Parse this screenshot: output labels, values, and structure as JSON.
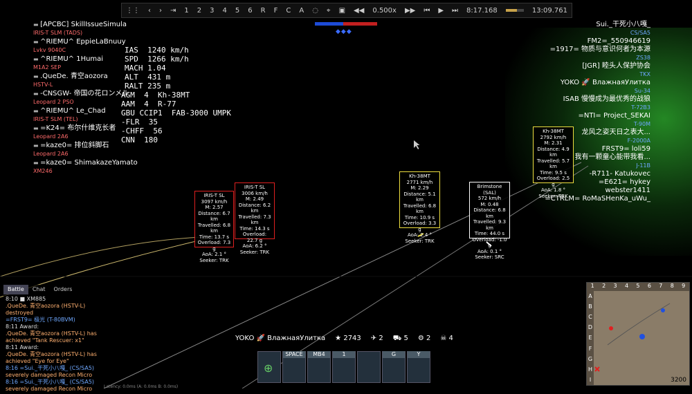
{
  "top_bar": {
    "pages": [
      "1",
      "2",
      "3",
      "4",
      "5",
      "6",
      "R",
      "F",
      "C",
      "A"
    ],
    "speed": "0.500x",
    "time_current": "8:17.168",
    "time_total": "13:09.761",
    "progress": 0.63
  },
  "hud": {
    "ias": "IAS  1240 km/h",
    "spd": "SPD  1266 km/h",
    "mach": "MACH 1.04",
    "alt": "ALT  431 m",
    "ralt": "RALT 235 m",
    "weapons": [
      "AGM  4  Kh-38MT",
      "AAM  4  R-77",
      "GBU CCIP1  FAB-3000 UMPK",
      "-FLR  35",
      "-CHFF  56",
      "CNN  180"
    ]
  },
  "left_players": [
    {
      "name": "[APCBC] SkillIssueSimula",
      "vehicle": "IRIS-T SLM (TADS)"
    },
    {
      "name": "^RIEMU^ EppieLaBnuuy",
      "vehicle": "Lvkv 9040C"
    },
    {
      "name": "^RIEMU^ 1Humai",
      "vehicle": "M1A2 SEP"
    },
    {
      "name": ".QueDe. 青空aozora",
      "vehicle": "HSTV-L"
    },
    {
      "name": "-CNSGW- 帝国の花ロンメル",
      "vehicle": "Leopard 2 PSO"
    },
    {
      "name": "^RIEMU^ Le_Chad",
      "vehicle": "IRIS-T SLM (TEL)"
    },
    {
      "name": "=K24= 布尔什维克长者",
      "vehicle": "Leopard 2A6"
    },
    {
      "name": "=kaze0= 排位斜脚石",
      "vehicle": "Leopard 2A6"
    },
    {
      "name": "=kaze0= ShimakazeYamato",
      "vehicle": "XM246"
    }
  ],
  "right_players": [
    {
      "name": "Sui._干死小八嘎_",
      "vehicle": "CS/SA5"
    },
    {
      "name": "FM2=_550946619",
      "vehicle": ""
    },
    {
      "name": "=1917= 物质与意识何者为本源",
      "vehicle": "ZS38"
    },
    {
      "name": "[JGR] 睦头人保护协会",
      "vehicle": "TKX"
    },
    {
      "name": "YOKO 🚀 ВлажнаяУлитка",
      "vehicle": "Su-34"
    },
    {
      "name": "ISAB 慢慢成为最优秀的战狼",
      "vehicle": "T-72B3"
    },
    {
      "name": "=NTI= Project_SEKAI",
      "vehicle": "T-90M"
    },
    {
      "name": "龙风之姿天日之表大...",
      "vehicle": "F-2000A"
    },
    {
      "name": "FRST9= loli59",
      "vehicle": ""
    },
    {
      "name": "我有一颗童心能带我看...",
      "vehicle": "J-11B"
    },
    {
      "name": "-R711- Katukovec",
      "vehicle": ""
    },
    {
      "name": "=E621= hykey",
      "vehicle": ""
    },
    {
      "name": "webster1411",
      "vehicle": ""
    },
    {
      "name": "=CTRLM= RoMaSHenKa_uWu_",
      "vehicle": ""
    }
  ],
  "cards": {
    "iris1": {
      "title": "IRIS-T SL",
      "lines": [
        "3097 km/h",
        "M: 2.57",
        "Distance: 6.7 km",
        "Travelled: 6.8 km",
        "Time: 13.7 s",
        "Overload: 7.3 g",
        "AoA: 2.1 °",
        "Seeker: TRK"
      ]
    },
    "iris2": {
      "title": "IRIS-T SL",
      "lines": [
        "3006 km/h",
        "M: 2.49",
        "Distance: 6.2 km",
        "Travelled: 7.3 km",
        "Time: 14.3 s",
        "Overload: 22.7 g",
        "AoA: 6.2 °",
        "Seeker: TRK"
      ]
    },
    "kh1": {
      "title": "Kh-38MT",
      "lines": [
        "2771 km/h",
        "M: 2.29",
        "Distance: 5.1 km",
        "Travelled: 6.8 km",
        "Time: 10.9 s",
        "Overload: 3.3 g",
        "AoA: 2.4 °",
        "Seeker: TRK"
      ]
    },
    "brim": {
      "title": "Brimstone (SAL)",
      "lines": [
        "572 km/h",
        "M: 0.48",
        "Distance: 6.8 km",
        "Travelled: 9.3 km",
        "Time: 44.0 s",
        "Overload: -1.0 g",
        "AoA: 0.1 °",
        "Seeker: SRC"
      ]
    },
    "kh2": {
      "title": "Kh-38MT",
      "lines": [
        "2792 km/h",
        "M: 2.31",
        "Distance: 4.9 km",
        "Travelled: 5.7 km",
        "Time: 9.5 s",
        "Overload: 2.5 g",
        "AoA: 1.8 °",
        "Seeker: TRK"
      ]
    }
  },
  "chat": {
    "tabs": [
      "Battle",
      "Chat",
      "Orders"
    ],
    "lines": [
      {
        "t": "8:10 ■ XM885",
        "c": "w"
      },
      {
        "t": ".QueDe. 青空aozora (HSTV-L) destroyed",
        "c": ""
      },
      {
        "t": "=FRST9= 极光 (T-80BVM)",
        "c": "b"
      },
      {
        "t": "8:11 Award:",
        "c": "w"
      },
      {
        "t": ".QueDe. 青空aozora (HSTV-L) has",
        "c": ""
      },
      {
        "t": "achieved \"Tank Rescuer: x1\"",
        "c": ""
      },
      {
        "t": "8:11 Award:",
        "c": "w"
      },
      {
        "t": ".QueDe. 青空aozora (HSTV-L) has",
        "c": ""
      },
      {
        "t": "achieved \"Eye for Eye\"",
        "c": ""
      },
      {
        "t": "8:16 =Sui._干死小八嘎_ (CS/SA5)",
        "c": "b"
      },
      {
        "t": "severely damaged Recon Micro",
        "c": ""
      },
      {
        "t": "8:16 =Sui._干死小八嘎_ (CS/SA5)",
        "c": "b"
      },
      {
        "t": "severely damaged Recon Micro",
        "c": ""
      }
    ]
  },
  "bottom": {
    "player": "YOKO 🚀 ВлажнаяУлитка",
    "score": "2743",
    "kills_air": "2",
    "kills_ground": "5",
    "assists": "2",
    "deaths": "4"
  },
  "ammo_keys": [
    "SPACE",
    "MB4",
    "1",
    "G",
    "Y"
  ],
  "minimap": {
    "cols": [
      "1",
      "2",
      "3",
      "4",
      "5",
      "6",
      "7",
      "8",
      "9"
    ],
    "rows": [
      "A",
      "B",
      "C",
      "D",
      "E",
      "F",
      "G",
      "H",
      "I"
    ],
    "scale": "3200"
  },
  "latency": "Latency: 0.0ms (A: 0.0ms B: 0.0ms)"
}
